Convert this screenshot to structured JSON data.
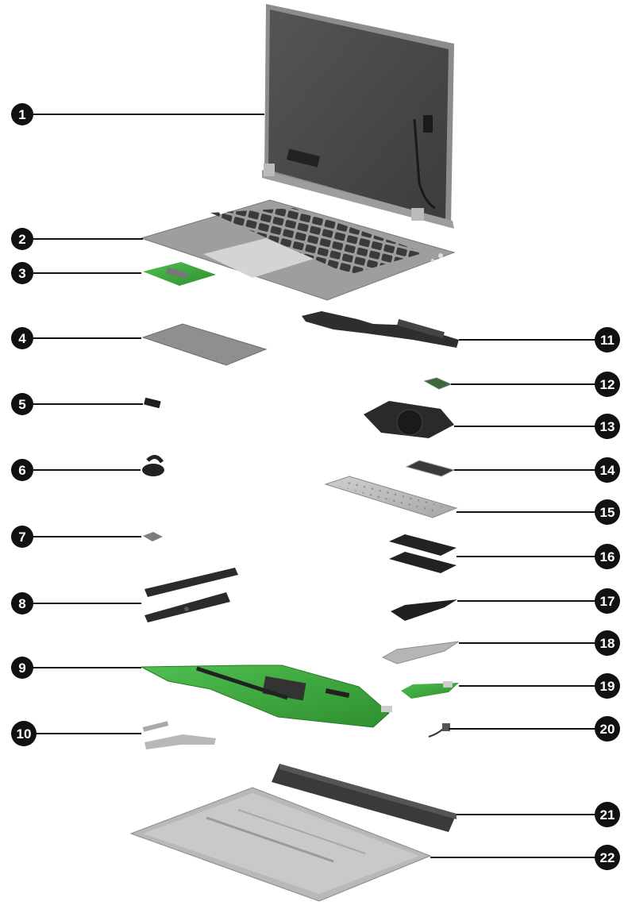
{
  "diagram": {
    "callouts": [
      {
        "number": "1",
        "part": "display-assembly"
      },
      {
        "number": "2",
        "part": "top-cover-keyboard"
      },
      {
        "number": "3",
        "part": "board-small"
      },
      {
        "number": "4",
        "part": "touchpad"
      },
      {
        "number": "5",
        "part": "small-board"
      },
      {
        "number": "6",
        "part": "rtc-battery"
      },
      {
        "number": "7",
        "part": "chip"
      },
      {
        "number": "8",
        "part": "speakers"
      },
      {
        "number": "9",
        "part": "system-board"
      },
      {
        "number": "10",
        "part": "brackets"
      },
      {
        "number": "11",
        "part": "heat-sink"
      },
      {
        "number": "12",
        "part": "wlan-module"
      },
      {
        "number": "13",
        "part": "fan"
      },
      {
        "number": "14",
        "part": "wwan-module"
      },
      {
        "number": "15",
        "part": "shield-plate"
      },
      {
        "number": "16",
        "part": "memory-modules"
      },
      {
        "number": "17",
        "part": "ssd"
      },
      {
        "number": "18",
        "part": "ssd-bracket"
      },
      {
        "number": "19",
        "part": "usb-board"
      },
      {
        "number": "20",
        "part": "power-connector"
      },
      {
        "number": "21",
        "part": "battery"
      },
      {
        "number": "22",
        "part": "bottom-cover"
      }
    ],
    "colors": {
      "callout_fill": "#111111",
      "board_green": "#3aa63a",
      "metal_gray": "#9a9a9a",
      "dark_part": "#2b2b2b",
      "display_panel": "#4a4a4a"
    }
  }
}
